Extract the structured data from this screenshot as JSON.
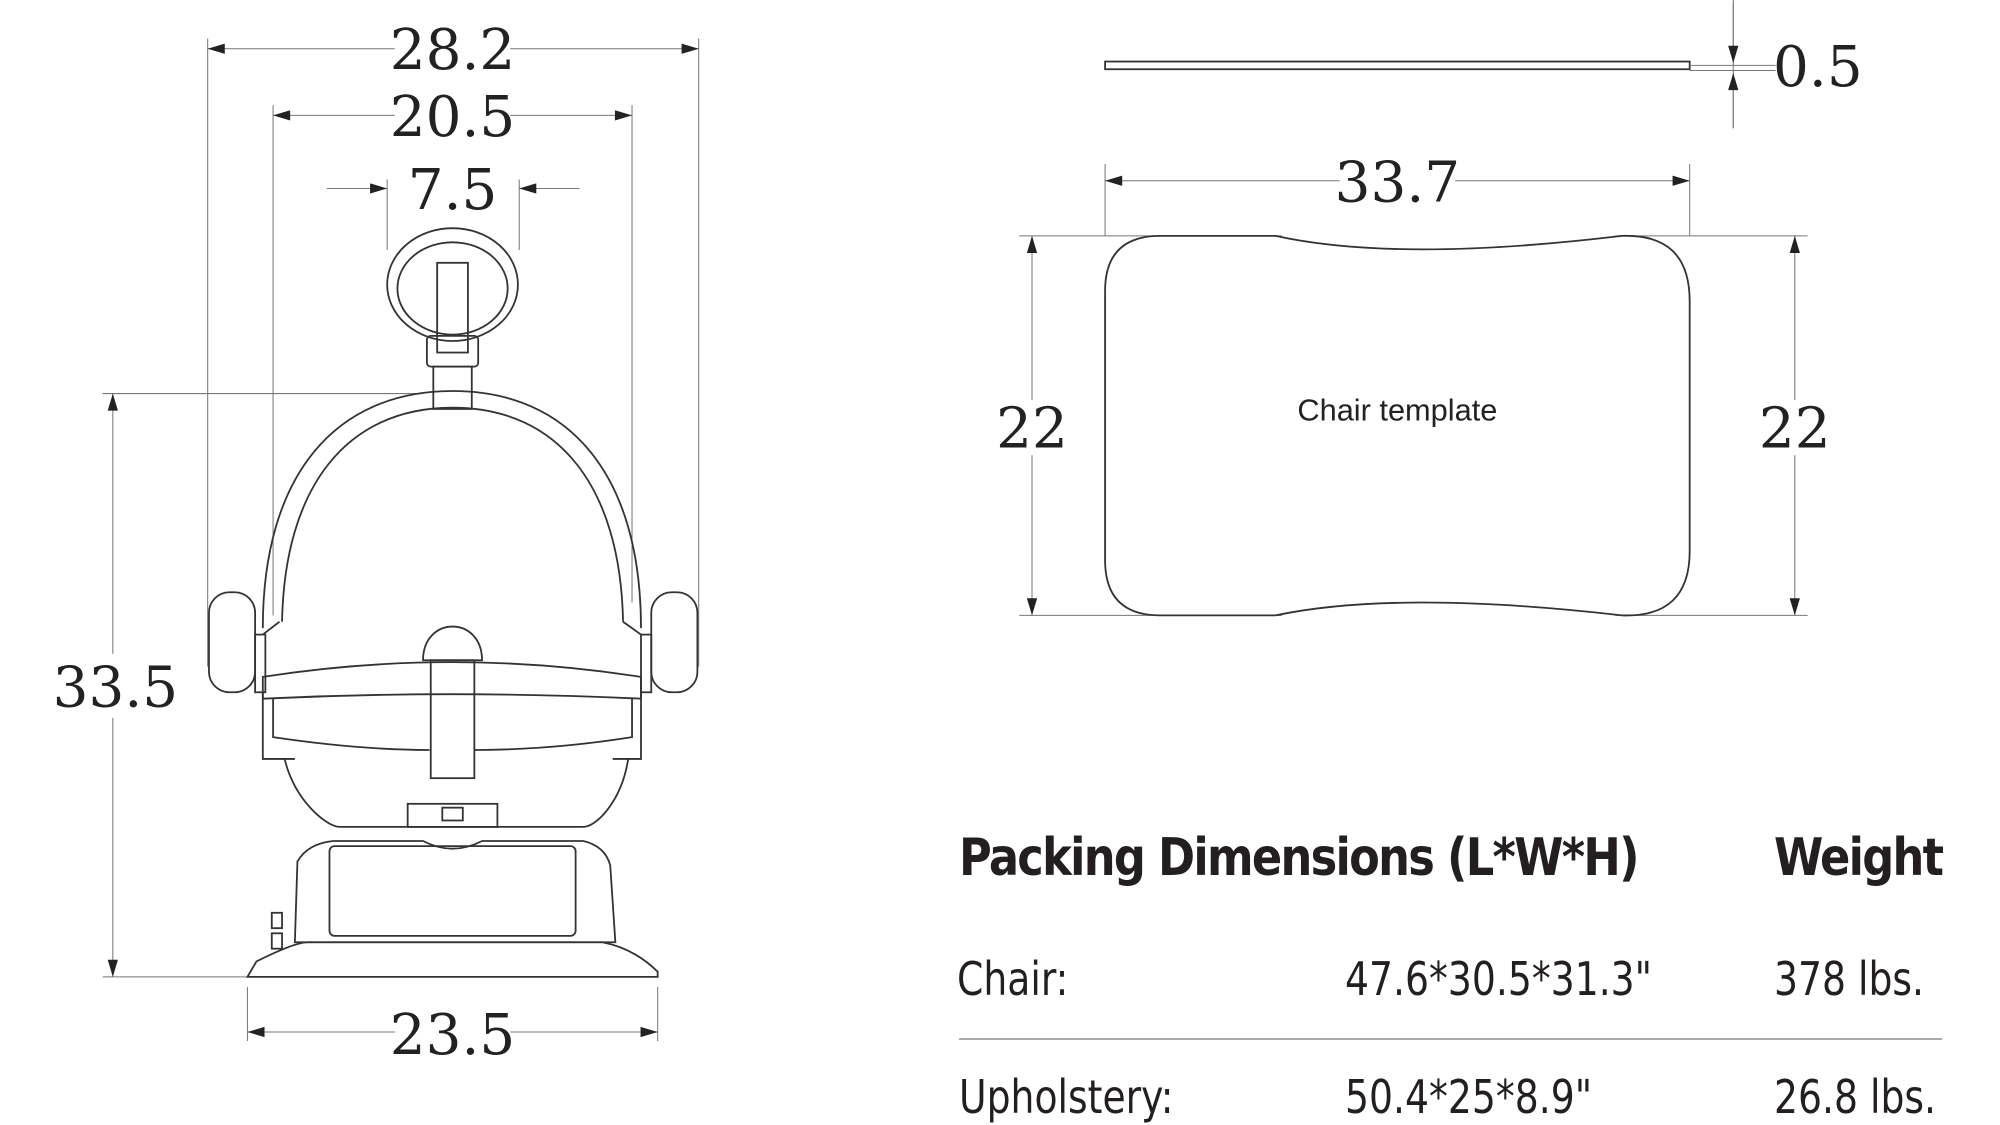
{
  "chair_drawing": {
    "overall_width": "28.2",
    "back_width": "20.5",
    "headrest_width": "7.5",
    "height": "33.5",
    "base_width": "23.5"
  },
  "template_drawing": {
    "thickness": "0.5",
    "length": "33.7",
    "width_left": "22",
    "width_right": "22",
    "label": "Chair template"
  },
  "packing_table": {
    "header_dimensions": "Packing Dimensions (L*W*H)",
    "header_weight": "Weight",
    "rows": [
      {
        "name": "Chair:",
        "dimensions": "47.6*30.5*31.3\"",
        "weight": "378 lbs."
      },
      {
        "name": "Upholstery:",
        "dimensions": "50.4*25*8.9\"",
        "weight": "26.8 lbs."
      }
    ]
  }
}
